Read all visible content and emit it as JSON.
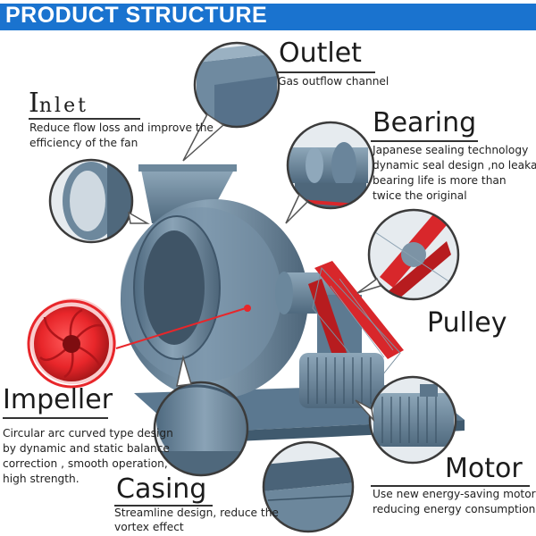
{
  "banner": {
    "title": "PRODUCT STRUCTURE",
    "color": "#1a73cf"
  },
  "colors": {
    "machine_body": "#5f7d94",
    "belt_red": "#d8272b",
    "impeller_red": "#e8262a"
  },
  "labels": {
    "outlet": {
      "title": "Outlet",
      "desc": [
        "Gas outflow channel"
      ]
    },
    "inlet": {
      "title_first": "I",
      "title_rest": "nlet",
      "desc": [
        "Reduce flow loss and improve the",
        "efficiency of the fan"
      ]
    },
    "bearing": {
      "title": "Bearing",
      "desc": [
        "Japanese sealing technology",
        "dynamic seal design ,no leakage,",
        "bearing life is more than",
        "twice the original"
      ]
    },
    "pulley": {
      "title": "Pulley"
    },
    "impeller": {
      "title": "Impeller",
      "desc": [
        "Circular arc curved type design",
        "by dynamic and static balance",
        "correction , smooth operation,",
        "high strength."
      ]
    },
    "casing": {
      "title": "Casing",
      "desc": [
        "Streamline design, reduce the",
        "vortex effect"
      ]
    },
    "motor": {
      "title": "Motor",
      "desc": [
        "Use  new energy-saving motors ,",
        "reducing energy consumption"
      ]
    }
  },
  "icons": [
    "centrifugal-fan-illustration",
    "outlet-detail-circle",
    "inlet-detail-circle",
    "bearing-detail-circle",
    "pulley-detail-circle",
    "impeller-detail-circle",
    "casing-detail-circle",
    "motor-detail-circle"
  ]
}
